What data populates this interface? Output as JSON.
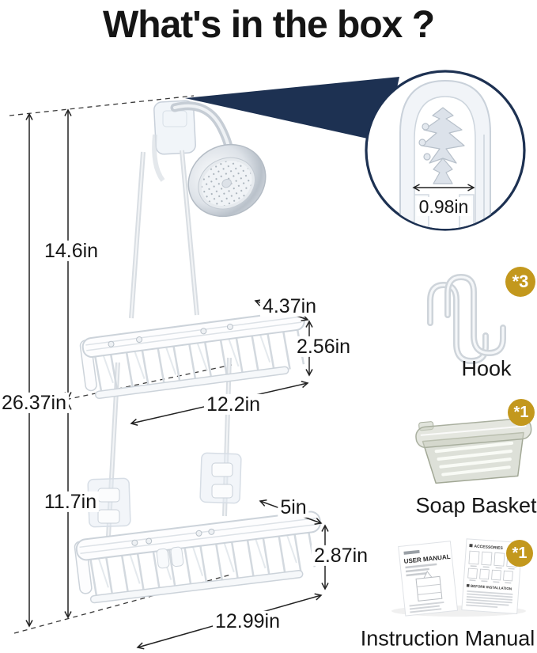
{
  "title": "What's in the box ?",
  "colors": {
    "navy_accent": "#1d3152",
    "badge_gold": "#c3981d",
    "ink": "#161616",
    "caddy_line": "#ccd3da"
  },
  "inset": {
    "hook_width_label": "0.98in"
  },
  "dims": {
    "upper_height": "14.6in",
    "total_height": "26.37in",
    "lower_height": "11.7in",
    "top_shelf_depth": "4.37in",
    "top_shelf_height": "2.56in",
    "top_shelf_width": "12.2in",
    "bottom_shelf_depth": "5in",
    "bottom_shelf_height": "2.87in",
    "bottom_shelf_width": "12.99in"
  },
  "box_items": [
    {
      "label": "Hook",
      "qty": "*3"
    },
    {
      "label": "Soap Basket",
      "qty": "*1"
    },
    {
      "label": "Instruction Manual",
      "qty": "*1"
    }
  ],
  "manual_pages": {
    "left_title": "USER MANUAL",
    "right_header": "ACCESSORIES",
    "right_subheader": "BEFORE INSTALLATION"
  }
}
